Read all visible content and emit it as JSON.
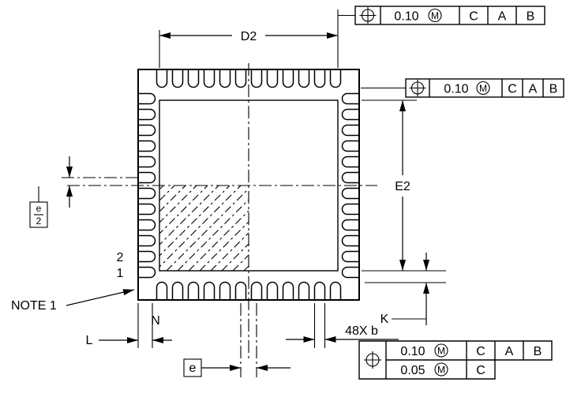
{
  "labels": {
    "d2": "D2",
    "e2": "E2",
    "k": "K",
    "l": "L",
    "n": "N",
    "e": "e",
    "e_num": "e",
    "e_den": "2",
    "count_b": "48X b",
    "note": "NOTE 1",
    "pin2": "2",
    "pin1": "1"
  },
  "fcf": {
    "top": {
      "symbol": "position",
      "tol": "0.10",
      "mod": "M",
      "d1": "C",
      "d2": "A",
      "d3": "B"
    },
    "side": {
      "symbol": "position",
      "tol": "0.10",
      "mod": "M",
      "d1": "C",
      "d2": "A",
      "d3": "B"
    },
    "bottom": {
      "row1": {
        "tol": "0.10",
        "mod": "M",
        "d1": "C",
        "d2": "A",
        "d3": "B"
      },
      "row2": {
        "tol": "0.05",
        "mod": "M",
        "d1": "C"
      }
    }
  },
  "colors": {
    "ink": "#000000",
    "background": "#ffffff"
  }
}
